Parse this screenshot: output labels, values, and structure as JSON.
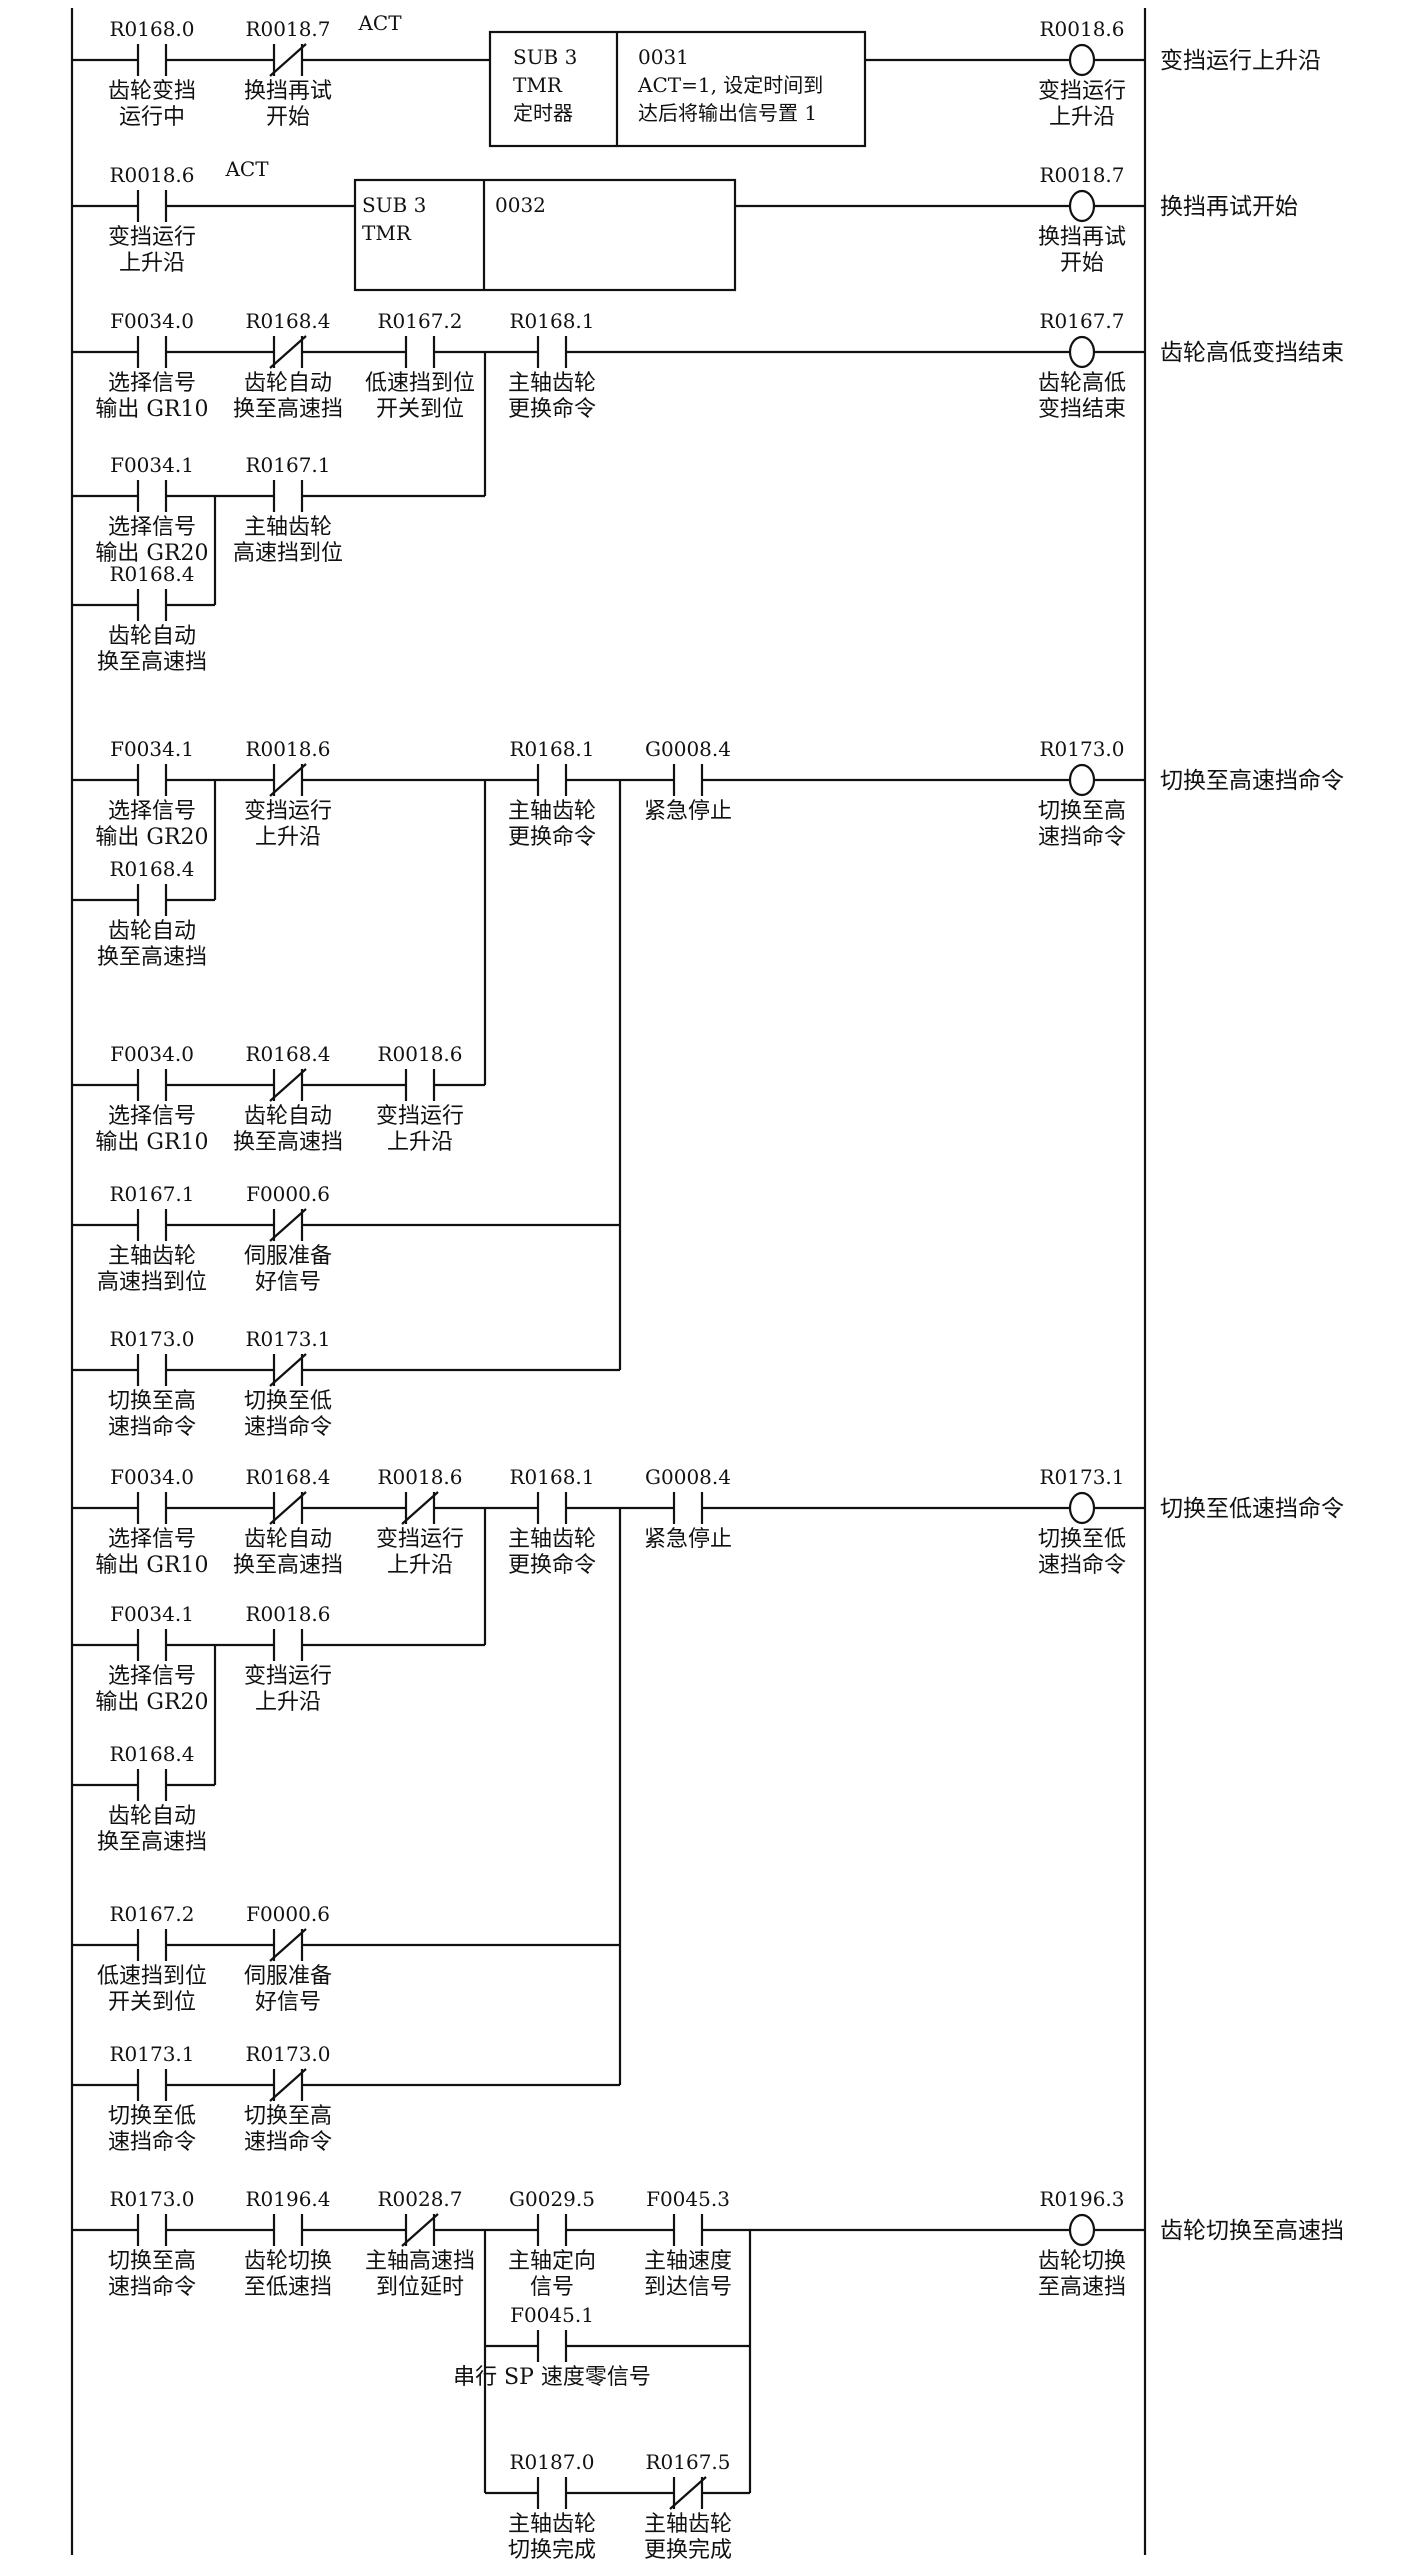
{
  "rungs": [
    {
      "contacts": [
        {
          "id": "c1_1",
          "addr": "R0168.0",
          "nc": false,
          "label": [
            "齿轮变挡",
            "运行中"
          ]
        },
        {
          "id": "c1_2",
          "addr": "R0018.7",
          "nc": true,
          "label": [
            "换挡再试",
            "开始"
          ]
        }
      ],
      "act": "ACT",
      "func": {
        "left": [
          "SUB 3",
          "TMR",
          "定时器"
        ],
        "right": [
          "0031",
          "ACT=1, 设定时间到",
          "达后将输出信号置 1"
        ]
      },
      "coil": {
        "addr": "R0018.6",
        "label": [
          "变挡运行",
          "上升沿"
        ],
        "comment": "变挡运行上升沿"
      }
    },
    {
      "contacts": [
        {
          "id": "c2_1",
          "addr": "R0018.6",
          "nc": false,
          "label": [
            "变挡运行",
            "上升沿"
          ]
        }
      ],
      "act": "ACT",
      "func": {
        "left": [
          "SUB 3",
          "TMR"
        ],
        "right": [
          "0032"
        ]
      },
      "coil": {
        "addr": "R0018.7",
        "label": [
          "换挡再试",
          "开始"
        ],
        "comment": "换挡再试开始"
      }
    },
    {
      "contacts": [
        {
          "id": "c3_1",
          "addr": "F0034.0",
          "nc": false,
          "label": [
            "选择信号",
            "输出 GR10"
          ]
        },
        {
          "id": "c3_2",
          "addr": "R0168.4",
          "nc": true,
          "label": [
            "齿轮自动",
            "换至高速挡"
          ]
        },
        {
          "id": "c3_3",
          "addr": "R0167.2",
          "nc": false,
          "label": [
            "低速挡到位",
            "开关到位"
          ]
        },
        {
          "id": "c3_4",
          "addr": "R0168.1",
          "nc": false,
          "label": [
            "主轴齿轮",
            "更换命令"
          ]
        },
        {
          "id": "c3_5",
          "addr": "F0034.1",
          "nc": false,
          "label": [
            "选择信号",
            "输出 GR20"
          ]
        },
        {
          "id": "c3_6",
          "addr": "R0167.1",
          "nc": false,
          "label": [
            "主轴齿轮",
            "高速挡到位"
          ]
        },
        {
          "id": "c3_7",
          "addr": "R0168.4",
          "nc": false,
          "label": [
            "齿轮自动",
            "换至高速挡"
          ]
        }
      ],
      "coil": {
        "addr": "R0167.7",
        "label": [
          "齿轮高低",
          "变挡结束"
        ],
        "comment": "齿轮高低变挡结束"
      }
    },
    {
      "contacts": [
        {
          "id": "c4_1",
          "addr": "F0034.1",
          "nc": false,
          "label": [
            "选择信号",
            "输出 GR20"
          ]
        },
        {
          "id": "c4_2",
          "addr": "R0018.6",
          "nc": true,
          "label": [
            "变挡运行",
            "上升沿"
          ]
        },
        {
          "id": "c4_3",
          "addr": "R0168.1",
          "nc": false,
          "label": [
            "主轴齿轮",
            "更换命令"
          ]
        },
        {
          "id": "c4_4",
          "addr": "G0008.4",
          "nc": false,
          "label": [
            "紧急停止"
          ]
        },
        {
          "id": "c4_5",
          "addr": "R0168.4",
          "nc": false,
          "label": [
            "齿轮自动",
            "换至高速挡"
          ]
        },
        {
          "id": "c4_6",
          "addr": "F0034.0",
          "nc": false,
          "label": [
            "选择信号",
            "输出 GR10"
          ]
        },
        {
          "id": "c4_7",
          "addr": "R0168.4",
          "nc": true,
          "label": [
            "齿轮自动",
            "换至高速挡"
          ]
        },
        {
          "id": "c4_8",
          "addr": "R0018.6",
          "nc": false,
          "label": [
            "变挡运行",
            "上升沿"
          ]
        },
        {
          "id": "c4_9",
          "addr": "R0167.1",
          "nc": false,
          "label": [
            "主轴齿轮",
            "高速挡到位"
          ]
        },
        {
          "id": "c4_10",
          "addr": "F0000.6",
          "nc": true,
          "label": [
            "伺服准备",
            "好信号"
          ]
        },
        {
          "id": "c4_11",
          "addr": "R0173.0",
          "nc": false,
          "label": [
            "切换至高",
            "速挡命令"
          ]
        },
        {
          "id": "c4_12",
          "addr": "R0173.1",
          "nc": true,
          "label": [
            "切换至低",
            "速挡命令"
          ]
        }
      ],
      "coil": {
        "addr": "R0173.0",
        "label": [
          "切换至高",
          "速挡命令"
        ],
        "comment": "切换至高速挡命令"
      }
    },
    {
      "contacts": [
        {
          "id": "c5_1",
          "addr": "F0034.0",
          "nc": false,
          "label": [
            "选择信号",
            "输出 GR10"
          ]
        },
        {
          "id": "c5_2",
          "addr": "R0168.4",
          "nc": true,
          "label": [
            "齿轮自动",
            "换至高速挡"
          ]
        },
        {
          "id": "c5_3",
          "addr": "R0018.6",
          "nc": true,
          "label": [
            "变挡运行",
            "上升沿"
          ]
        },
        {
          "id": "c5_4",
          "addr": "R0168.1",
          "nc": false,
          "label": [
            "主轴齿轮",
            "更换命令"
          ]
        },
        {
          "id": "c5_5",
          "addr": "G0008.4",
          "nc": false,
          "label": [
            "紧急停止"
          ]
        },
        {
          "id": "c5_6",
          "addr": "F0034.1",
          "nc": false,
          "label": [
            "选择信号",
            "输出 GR20"
          ]
        },
        {
          "id": "c5_7",
          "addr": "R0018.6",
          "nc": false,
          "label": [
            "变挡运行",
            "上升沿"
          ]
        },
        {
          "id": "c5_8",
          "addr": "R0168.4",
          "nc": false,
          "label": [
            "齿轮自动",
            "换至高速挡"
          ]
        },
        {
          "id": "c5_9",
          "addr": "R0167.2",
          "nc": false,
          "label": [
            "低速挡到位",
            "开关到位"
          ]
        },
        {
          "id": "c5_10",
          "addr": "F0000.6",
          "nc": true,
          "label": [
            "伺服准备",
            "好信号"
          ]
        },
        {
          "id": "c5_11",
          "addr": "R0173.1",
          "nc": false,
          "label": [
            "切换至低",
            "速挡命令"
          ]
        },
        {
          "id": "c5_12",
          "addr": "R0173.0",
          "nc": true,
          "label": [
            "切换至高",
            "速挡命令"
          ]
        }
      ],
      "coil": {
        "addr": "R0173.1",
        "label": [
          "切换至低",
          "速挡命令"
        ],
        "comment": "切换至低速挡命令"
      }
    },
    {
      "contacts": [
        {
          "id": "c6_1",
          "addr": "R0173.0",
          "nc": false,
          "label": [
            "切换至高",
            "速挡命令"
          ]
        },
        {
          "id": "c6_2",
          "addr": "R0196.4",
          "nc": false,
          "label": [
            "齿轮切换",
            "至低速挡"
          ]
        },
        {
          "id": "c6_3",
          "addr": "R0028.7",
          "nc": true,
          "label": [
            "主轴高速挡",
            "到位延时"
          ]
        },
        {
          "id": "c6_4",
          "addr": "G0029.5",
          "nc": false,
          "label": [
            "主轴定向",
            "信号"
          ]
        },
        {
          "id": "c6_5",
          "addr": "F0045.3",
          "nc": false,
          "label": [
            "主轴速度",
            "到达信号"
          ]
        },
        {
          "id": "c6_6",
          "addr": "F0045.1",
          "nc": false,
          "label": [
            "串行 SP 速度零信号"
          ]
        },
        {
          "id": "c6_7",
          "addr": "R0187.0",
          "nc": false,
          "label": [
            "主轴齿轮",
            "切换完成"
          ]
        },
        {
          "id": "c6_8",
          "addr": "R0167.5",
          "nc": true,
          "label": [
            "主轴齿轮",
            "更换完成"
          ]
        }
      ],
      "coil": {
        "addr": "R0196.3",
        "label": [
          "齿轮切换",
          "至高速挡"
        ],
        "comment": "齿轮切换至高速挡"
      }
    }
  ]
}
